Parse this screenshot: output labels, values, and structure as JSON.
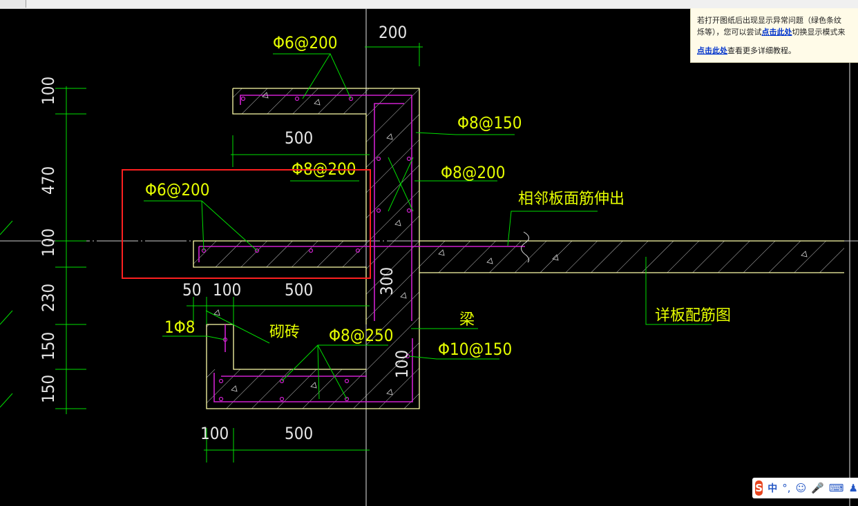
{
  "notice": {
    "line1": "若打开图纸后出现显示异常问题（绿色条纹",
    "line2_prefix": "烁等），您可以尝试",
    "link1": "点击此处",
    "line2_suffix": "切换显示模式来",
    "link2": "点击此处",
    "line3_suffix": "查看更多详细教程。"
  },
  "drawing": {
    "dimensions": {
      "top_200": "200",
      "v_100_top": "100",
      "v_470": "470",
      "v_100_mid": "100",
      "v_230": "230",
      "v_150_a": "150",
      "v_150_b": "150",
      "h_500_top": "500",
      "h_50": "50",
      "h_100_mid": "100",
      "h_500_mid": "500",
      "v_300": "300",
      "v_100_right": "100",
      "h_100_bottom": "100",
      "h_500_bottom": "500"
    },
    "rebar_labels": {
      "phi6_200_top": "Φ6@200",
      "phi8_150": "Φ8@150",
      "phi8_200_mid": "Φ8@200",
      "phi8_200_right": "Φ8@200",
      "phi6_200_left": "Φ6@200",
      "adjacent_slab": "相邻板面筋伸出",
      "one_phi8": "1Φ8",
      "brick": "砌砖",
      "phi8_250": "Φ8@250",
      "beam": "梁",
      "phi10_150": "Φ10@150",
      "slab_detail": "详板配筋图"
    }
  },
  "ime": {
    "logo": "S",
    "mode": "中",
    "punct": "°,",
    "emoji": "☺",
    "mic": "🎤",
    "keyboard": "⌨",
    "more": "♟"
  },
  "colors": {
    "background": "#000000",
    "outline": "#ffffaa",
    "rebar": "#d020d0",
    "leader": "#00e000",
    "text_yellow": "#e6ff00",
    "text_white": "#e6e6e6",
    "highlight": "#ff2020"
  }
}
